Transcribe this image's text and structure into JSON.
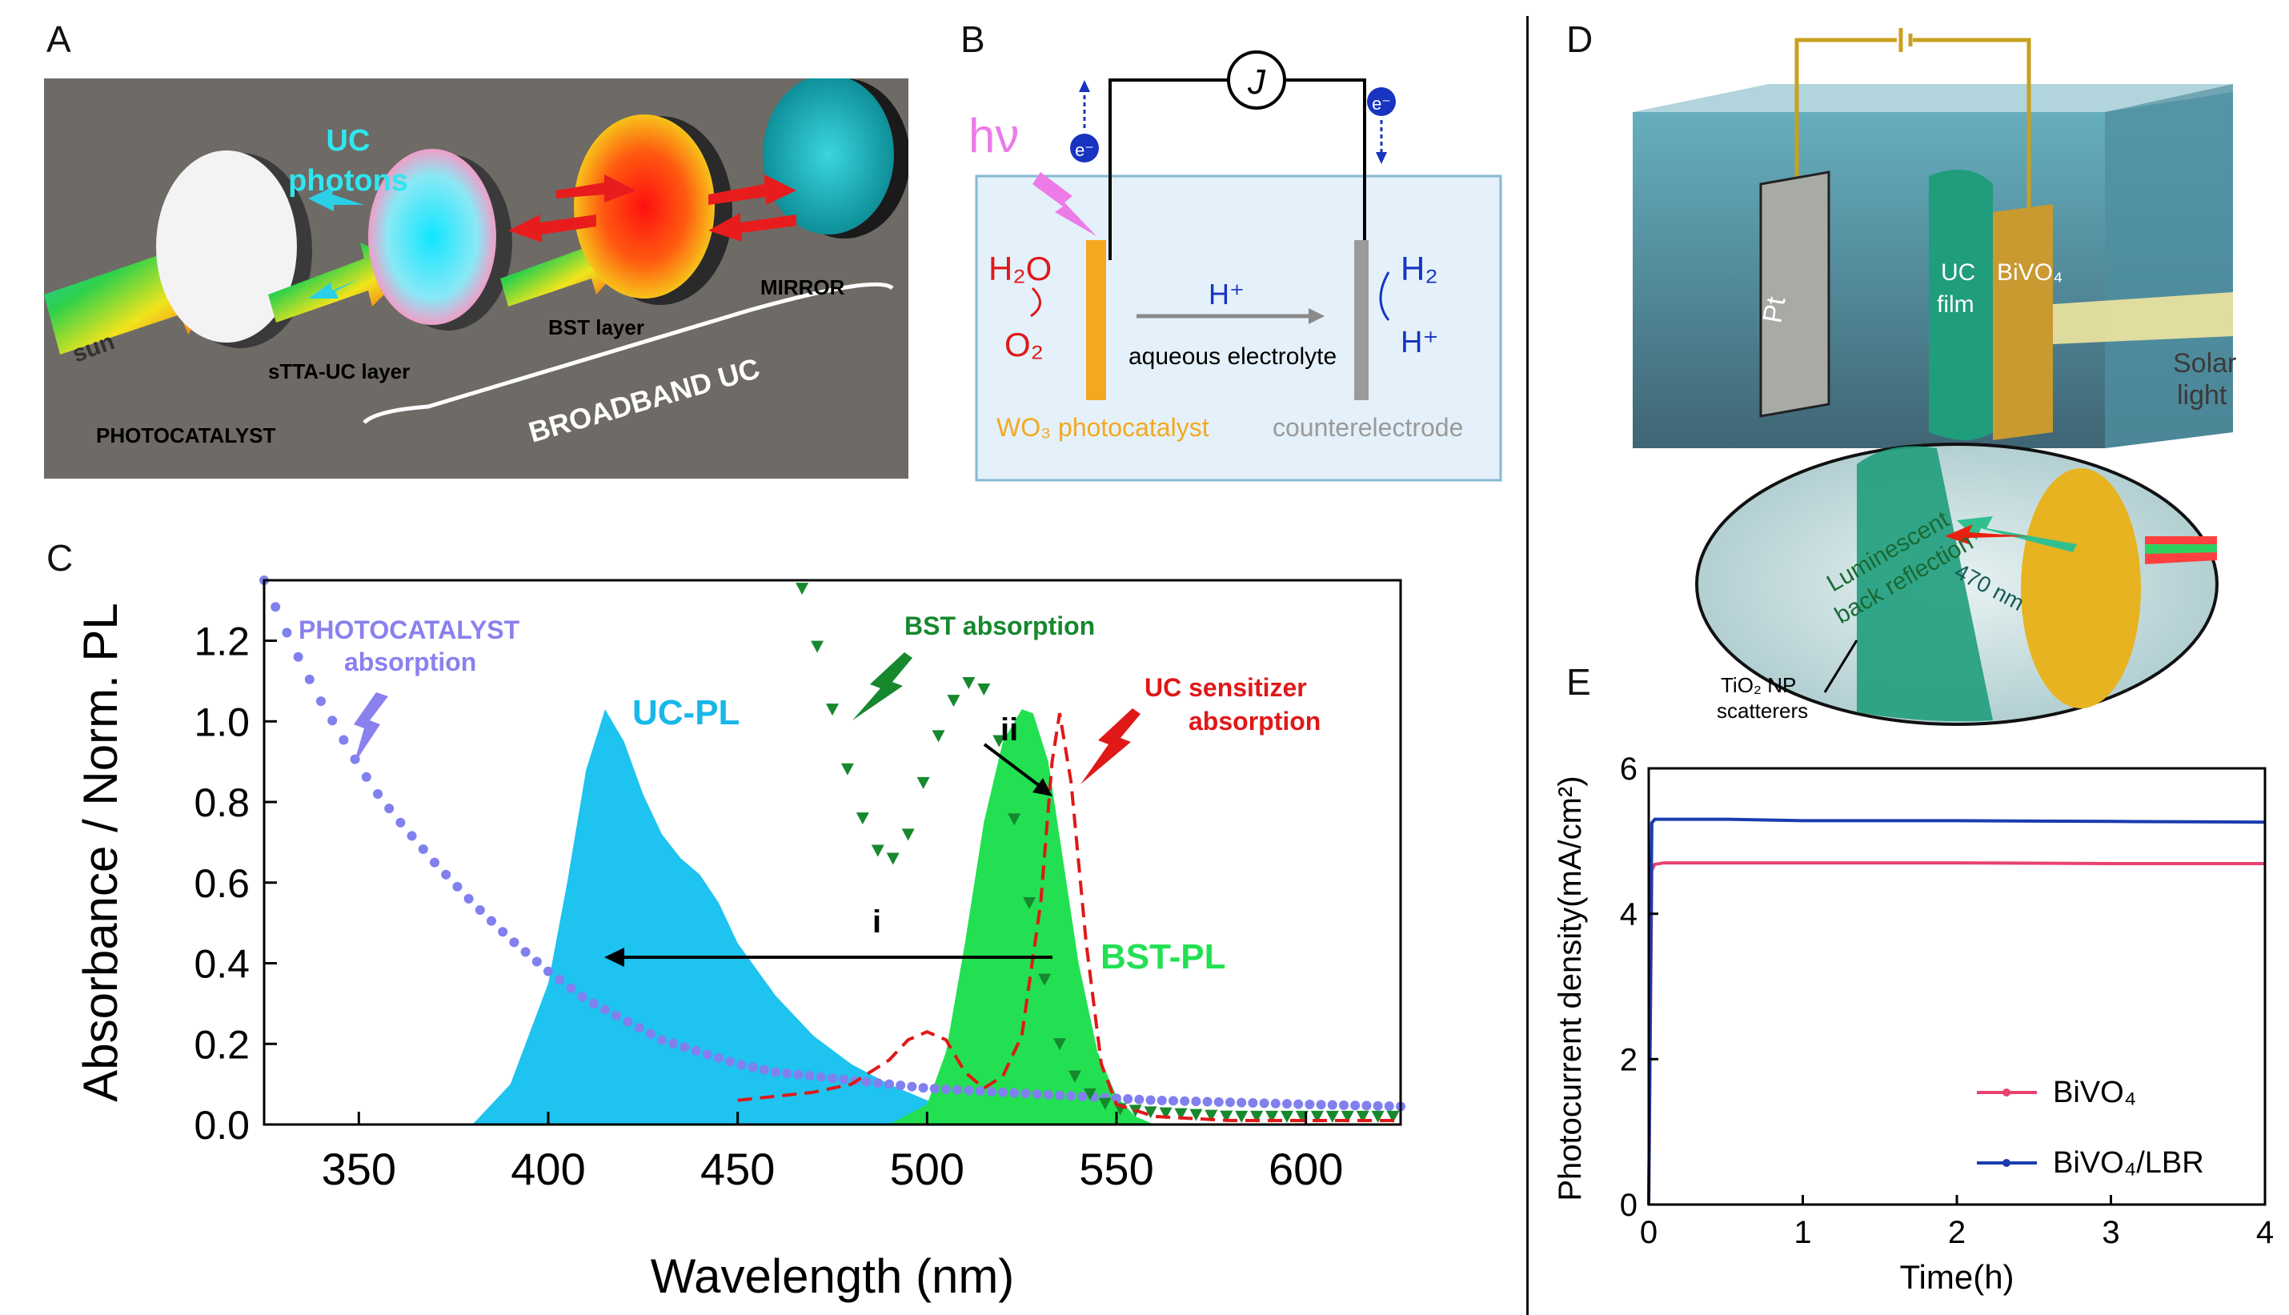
{
  "panel_labels": {
    "a": "A",
    "b": "B",
    "c": "C",
    "d": "D",
    "e": "E"
  },
  "panel_a": {
    "uc_photons_line1": "UC",
    "uc_photons_line2": "photons",
    "sun": "sun",
    "photocatalyst": "PHOTOCATALYST",
    "sttauc_layer": "sTTA-UC layer",
    "bst_layer": "BST layer",
    "mirror": "MIRROR",
    "broadband_uc": "BROADBAND UC"
  },
  "panel_b": {
    "hv": "hν",
    "ammeter": "J",
    "electron": "e⁻",
    "h2o": "H₂O",
    "o2": "O₂",
    "h_plus_top": "H⁺",
    "h2": "H₂",
    "h_plus_right": "H⁺",
    "electrolyte": "aqueous electrolyte",
    "photocatalyst": "WO₃ photocatalyst",
    "counterelectrode": "counterelectrode"
  },
  "panel_c": {
    "ylabel": "Absorbance / Norm. PL",
    "xlabel": "Wavelength (nm)",
    "x_ticks": [
      "350",
      "400",
      "450",
      "500",
      "550",
      "600"
    ],
    "y_ticks": [
      "0.0",
      "0.2",
      "0.4",
      "0.6",
      "0.8",
      "1.0",
      "1.2"
    ],
    "labels": {
      "photocatalyst_line1": "PHOTOCATALYST",
      "photocatalyst_line2": "absorption",
      "uc_pl": "UC-PL",
      "bst_absorption": "BST absorption",
      "uc_sensitizer_line1": "UC sensitizer",
      "uc_sensitizer_line2": "absorption",
      "bst_pl": "BST-PL",
      "i": "i",
      "ii": "ii"
    }
  },
  "panel_d": {
    "pt": "Pt",
    "uc_film_line1": "UC",
    "uc_film_line2": "film",
    "bivo4": "BiVO₄",
    "solar_line1": "Solar",
    "solar_line2": "light",
    "luminescent_line1": "Luminescent",
    "luminescent_line2": "back reflection",
    "nm470": "470 nm",
    "tio2_line1": "TiO₂ NP",
    "tio2_line2": "scatterers"
  },
  "panel_e": {
    "ylabel": "Photocurrent density(mA/cm²)",
    "xlabel": "Time(h)",
    "x_ticks": [
      "0",
      "1",
      "2",
      "3",
      "4"
    ],
    "y_ticks": [
      "0",
      "2",
      "4",
      "6"
    ],
    "legend_bivo4": "BiVO₄",
    "legend_bivo4_lbr": "BiVO₄/LBR"
  },
  "colors": {
    "photocatalyst": "#8080ee",
    "uc_pl": "#1ec3ef",
    "bst_abs": "#16882e",
    "bst_pl": "#22e052",
    "uc_sens": "#e01818",
    "bivo4": "#e8426e",
    "bivo4_lbr": "#1a3cae"
  },
  "chart_data": [
    {
      "type": "line",
      "title": "",
      "xlabel": "Wavelength (nm)",
      "ylabel": "Absorbance / Norm. PL",
      "xlim": [
        325,
        625
      ],
      "ylim": [
        0,
        1.35
      ],
      "grid": false,
      "legend": "none",
      "series": [
        {
          "name": "PHOTOCATALYST absorption",
          "style": "dots",
          "x": [
            325,
            330,
            335,
            340,
            345,
            350,
            355,
            360,
            370,
            380,
            390,
            400,
            410,
            420,
            430,
            440,
            450,
            460,
            480,
            500,
            520,
            540,
            560,
            580,
            600,
            625
          ],
          "y": [
            1.35,
            1.24,
            1.14,
            1.05,
            0.97,
            0.89,
            0.82,
            0.76,
            0.65,
            0.55,
            0.46,
            0.38,
            0.31,
            0.26,
            0.21,
            0.18,
            0.15,
            0.13,
            0.11,
            0.09,
            0.08,
            0.07,
            0.06,
            0.055,
            0.05,
            0.045
          ]
        },
        {
          "name": "UC-PL",
          "style": "filled",
          "x": [
            380,
            390,
            400,
            405,
            410,
            415,
            420,
            425,
            430,
            435,
            440,
            445,
            450,
            460,
            470,
            480,
            490,
            500,
            510,
            520,
            530,
            540
          ],
          "y": [
            0.0,
            0.1,
            0.35,
            0.6,
            0.88,
            1.03,
            0.95,
            0.82,
            0.72,
            0.66,
            0.62,
            0.55,
            0.45,
            0.32,
            0.22,
            0.15,
            0.1,
            0.06,
            0.03,
            0.02,
            0.01,
            0.0
          ]
        },
        {
          "name": "BST absorption",
          "style": "triangles",
          "x": [
            467,
            472,
            477,
            482,
            487,
            491,
            495,
            500,
            505,
            510,
            515,
            520,
            525,
            530,
            535,
            540,
            545,
            550,
            560,
            570,
            580,
            600,
            625
          ],
          "y": [
            1.33,
            1.15,
            0.95,
            0.78,
            0.68,
            0.66,
            0.72,
            0.88,
            1.02,
            1.1,
            1.08,
            0.92,
            0.65,
            0.4,
            0.2,
            0.1,
            0.06,
            0.04,
            0.03,
            0.025,
            0.02,
            0.02,
            0.02
          ]
        },
        {
          "name": "BST-PL",
          "style": "filled",
          "x": [
            490,
            500,
            505,
            510,
            515,
            520,
            525,
            528,
            532,
            536,
            540,
            545,
            550,
            555,
            560
          ],
          "y": [
            0.0,
            0.05,
            0.18,
            0.45,
            0.75,
            0.95,
            1.03,
            1.02,
            0.9,
            0.65,
            0.4,
            0.18,
            0.07,
            0.02,
            0.0
          ]
        },
        {
          "name": "UC sensitizer absorption",
          "style": "dashed",
          "x": [
            450,
            460,
            470,
            480,
            490,
            495,
            500,
            505,
            510,
            515,
            520,
            525,
            530,
            533,
            535,
            538,
            542,
            546,
            550,
            560,
            580,
            600,
            625
          ],
          "y": [
            0.06,
            0.07,
            0.08,
            0.1,
            0.16,
            0.21,
            0.23,
            0.21,
            0.13,
            0.09,
            0.12,
            0.22,
            0.55,
            0.9,
            1.02,
            0.85,
            0.45,
            0.15,
            0.05,
            0.02,
            0.01,
            0.01,
            0.01
          ]
        }
      ]
    },
    {
      "type": "line",
      "title": "",
      "xlabel": "Time(h)",
      "ylabel": "Photocurrent density(mA/cm²)",
      "xlim": [
        0,
        4
      ],
      "ylim": [
        0,
        6
      ],
      "grid": false,
      "legend": "bottom-right",
      "series": [
        {
          "name": "BiVO₄",
          "x": [
            0,
            0.02,
            0.04,
            0.1,
            0.5,
            1,
            2,
            3,
            4
          ],
          "y": [
            0,
            4.6,
            4.68,
            4.7,
            4.7,
            4.7,
            4.7,
            4.69,
            4.69
          ]
        },
        {
          "name": "BiVO₄/LBR",
          "x": [
            0,
            0.02,
            0.04,
            0.1,
            0.5,
            1,
            2,
            3,
            4
          ],
          "y": [
            0,
            5.25,
            5.3,
            5.3,
            5.3,
            5.28,
            5.28,
            5.27,
            5.26
          ]
        }
      ]
    }
  ]
}
